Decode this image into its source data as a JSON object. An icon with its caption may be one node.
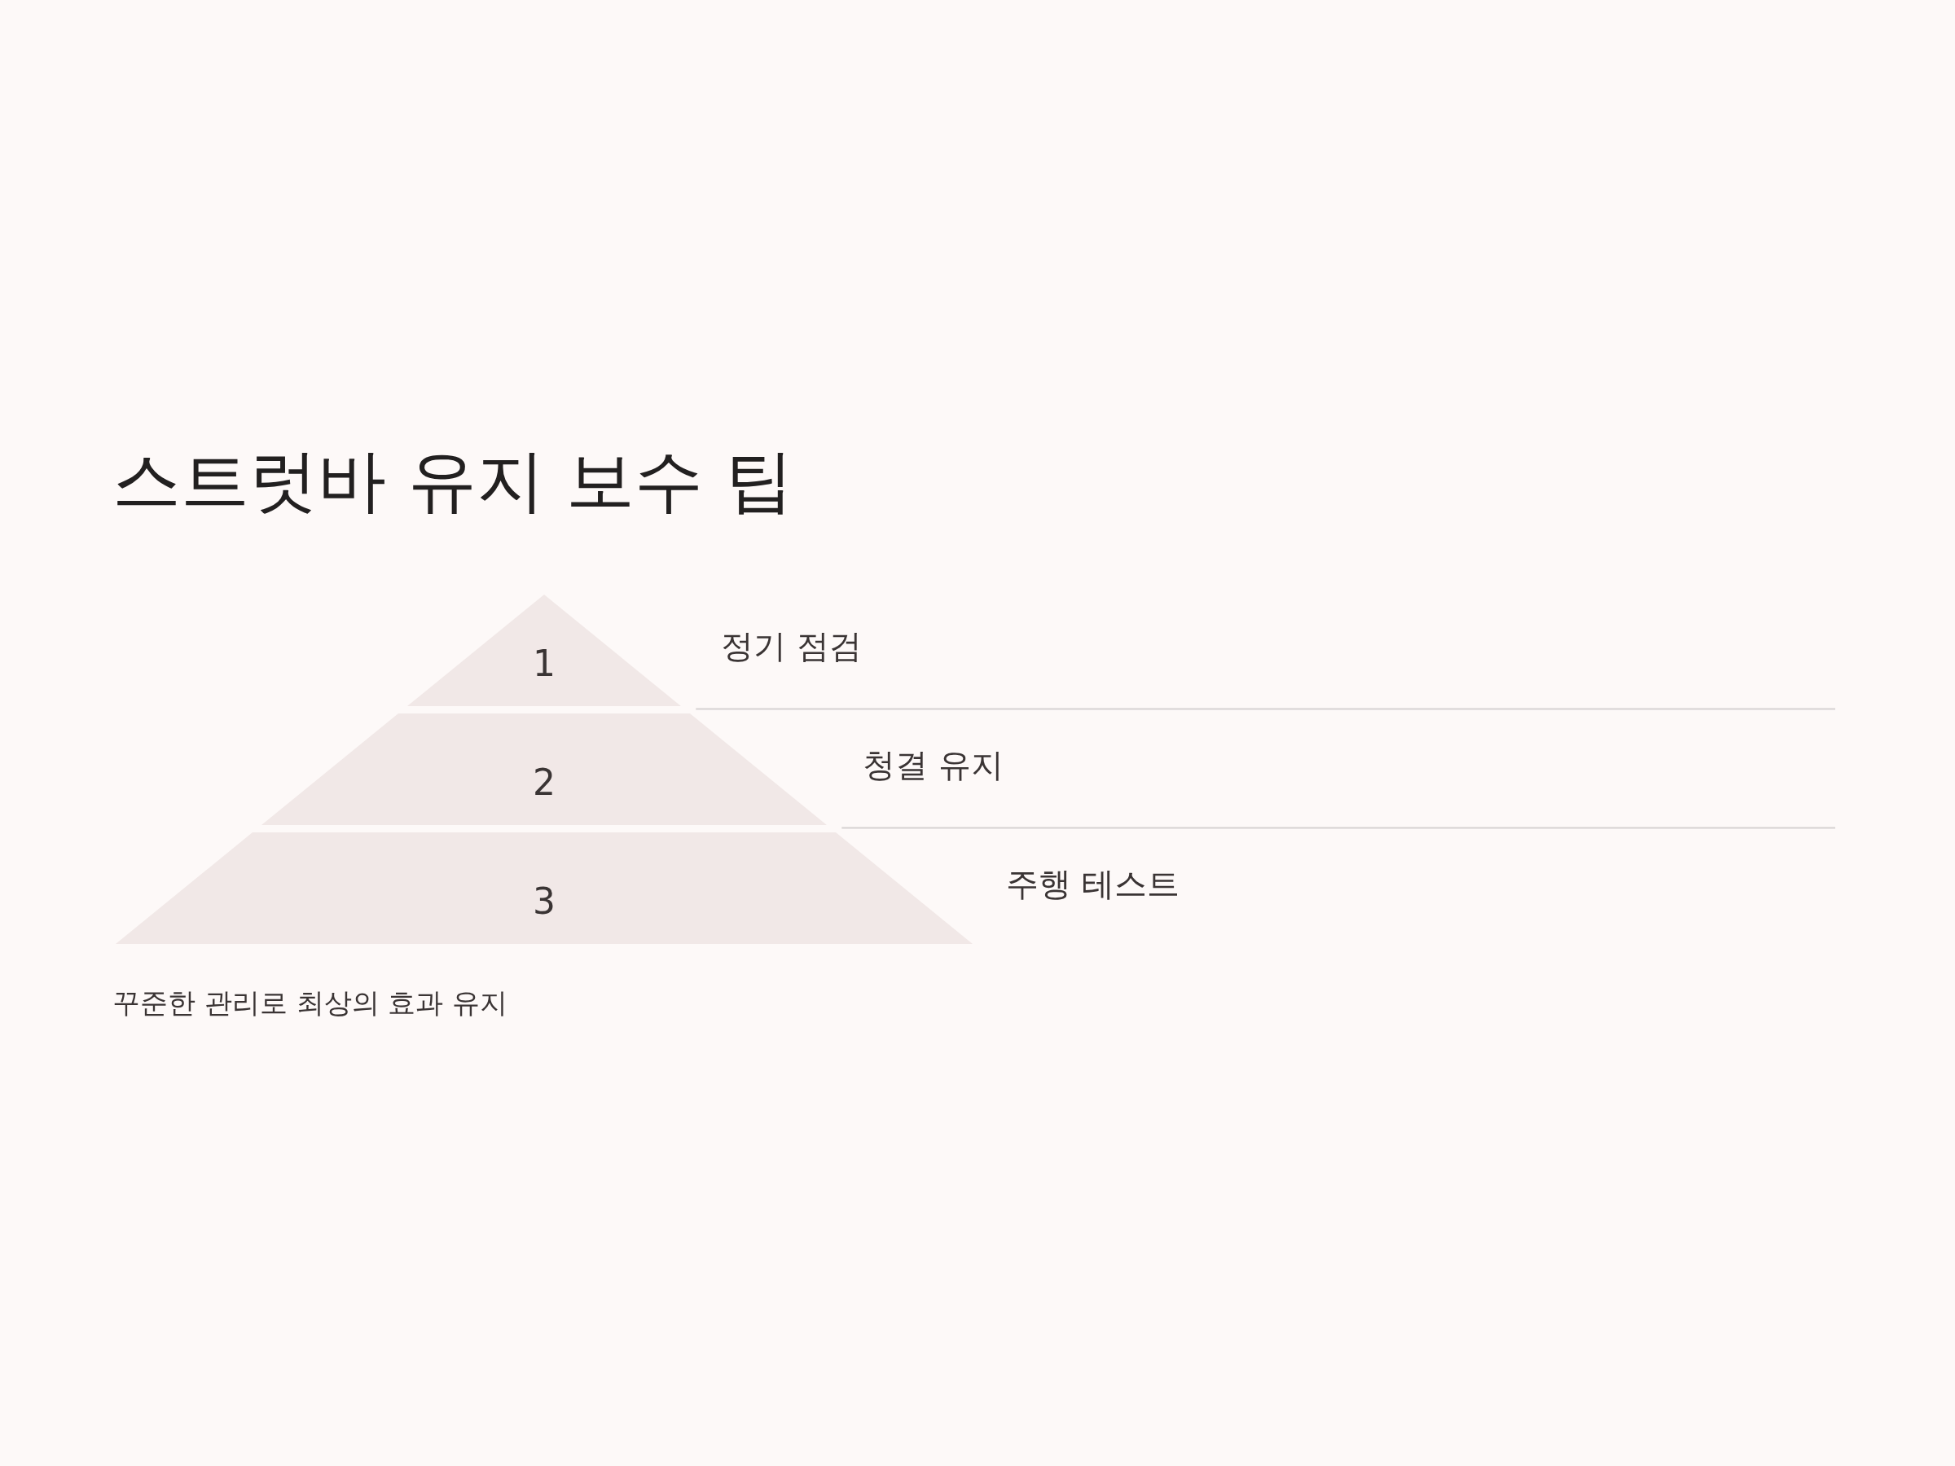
{
  "diagram": {
    "title": "스트럿바 유지 보수 팁",
    "caption": "꾸준한 관리로 최상의 효과 유지",
    "nodes": [
      {
        "text": [
          "1"
        ],
        "beside": [
          "정기 점검"
        ]
      },
      {
        "text": [
          "2"
        ],
        "beside": [
          "청결 유지"
        ]
      },
      {
        "text": [
          "3"
        ],
        "beside": [
          "주행 테스트"
        ]
      }
    ]
  }
}
